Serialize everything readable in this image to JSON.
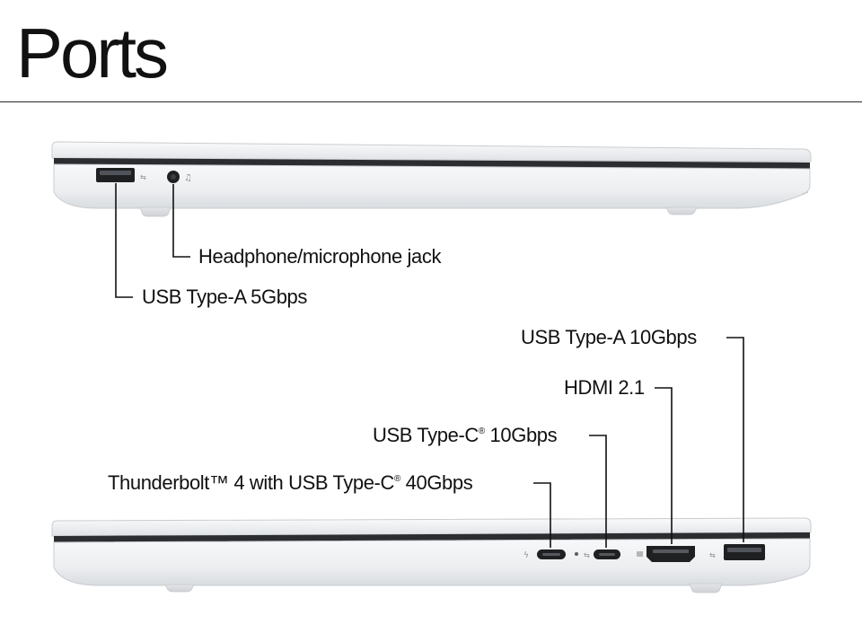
{
  "header": {
    "title": "Ports"
  },
  "left_side": {
    "labels": {
      "headphone": "Headphone/microphone jack",
      "usb_a_5": "USB Type-A 5Gbps"
    }
  },
  "right_side": {
    "labels": {
      "usb_a_10": "USB Type-A 10Gbps",
      "hdmi": "HDMI 2.1",
      "usb_c_10_main": "USB Type-C",
      "usb_c_10_mark": "®",
      "usb_c_10_tail": " 10Gbps",
      "tb_main": "Thunderbolt™ 4 with USB Type-C",
      "tb_mark": "®",
      "tb_tail": " 40Gbps"
    }
  },
  "colors": {
    "chassis_light": "#f4f5f6",
    "chassis_mid": "#e6e8ea",
    "chassis_edge": "#c9ccd0",
    "seam": "#2b2d30",
    "port": "#1f2022",
    "leader": "#111111"
  }
}
